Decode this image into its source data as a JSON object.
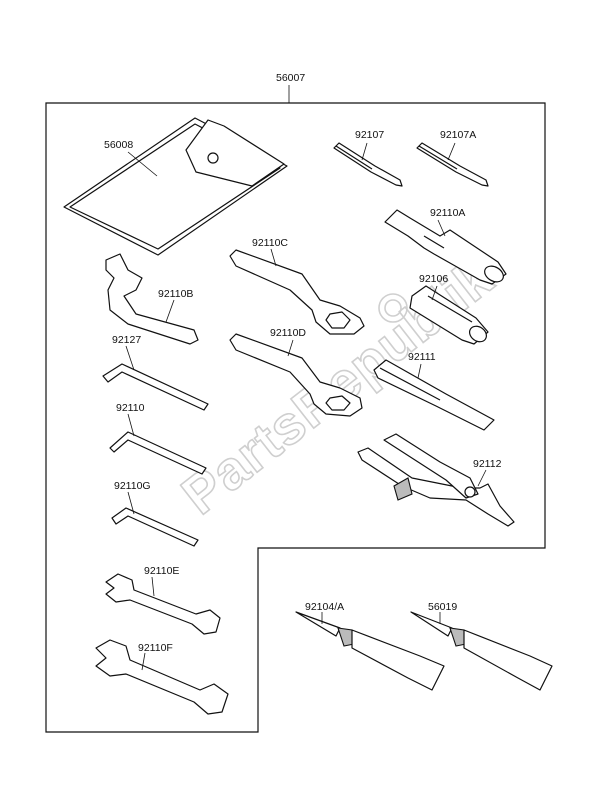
{
  "watermark": "PartsRepublik",
  "assembly_label": "56007",
  "parts": {
    "p56008": "56008",
    "p92107": "92107",
    "p92107a": "92107A",
    "p92110a": "92110A",
    "p92110c": "92110C",
    "p92106": "92106",
    "p92110b": "92110B",
    "p92110d": "92110D",
    "p92127": "92127",
    "p92111": "92111",
    "p92110": "92110",
    "p92112": "92112",
    "p92110g": "92110G",
    "p92110e": "92110E",
    "p92104a": "92104/A",
    "p56019": "56019",
    "p92110f": "92110F"
  }
}
